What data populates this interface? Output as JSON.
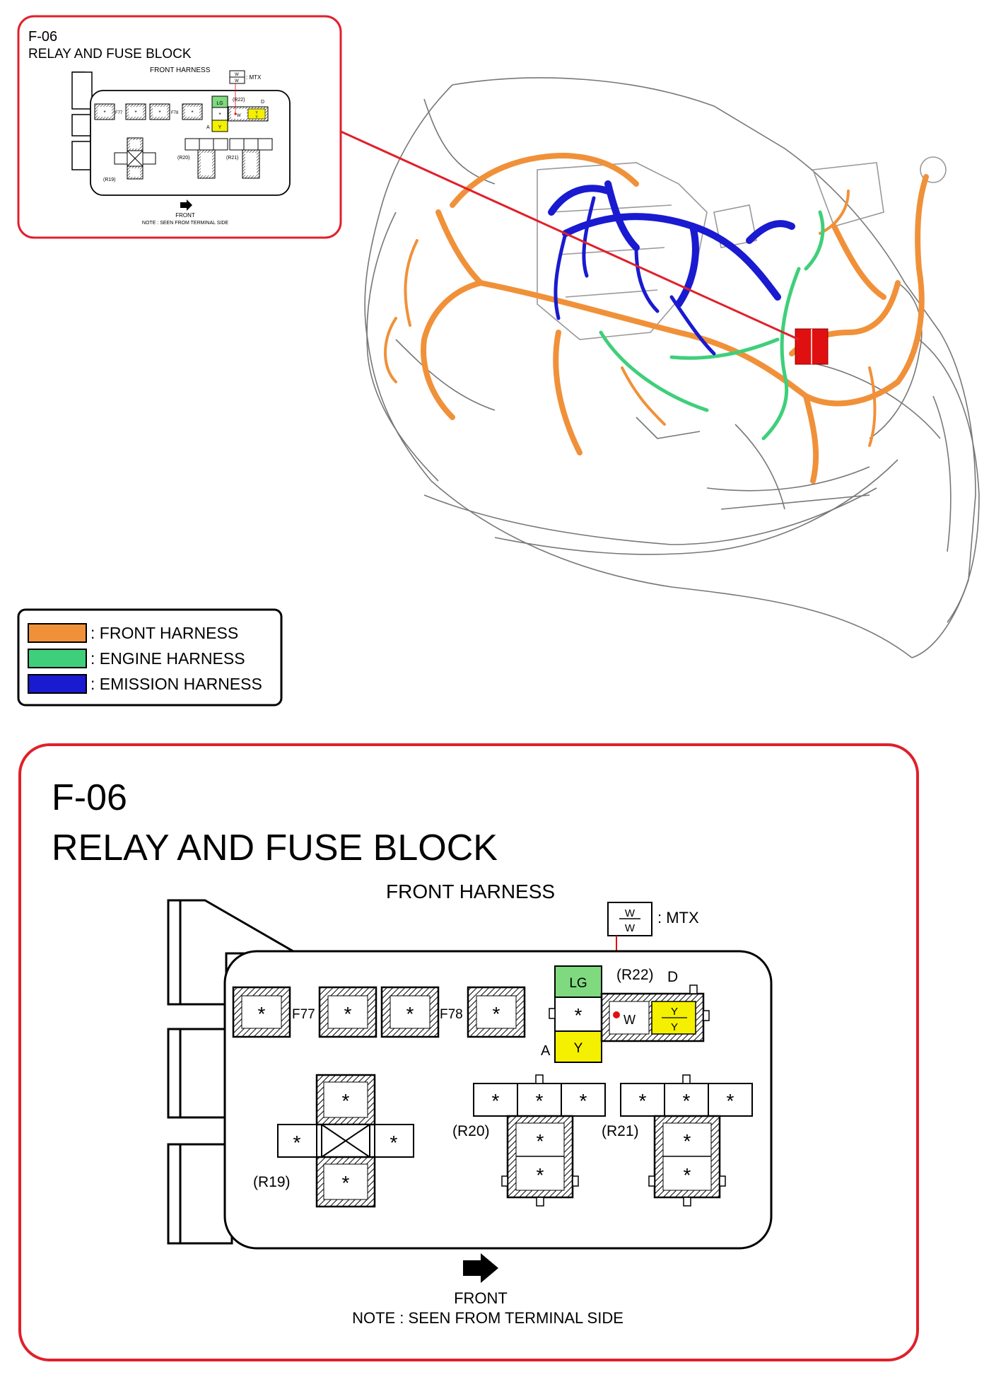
{
  "inset": {
    "code": "F-06",
    "title": "RELAY AND FUSE BLOCK",
    "harness": "FRONT HARNESS",
    "mtx": ": MTX",
    "mtx_top": "W",
    "mtx_bottom": "W",
    "r22": "(R22)",
    "d": "D",
    "lg": "LG",
    "w": "W",
    "y_top": "Y",
    "y_bottom": "Y",
    "a": "A",
    "y": "Y",
    "f77": "F77",
    "f78": "F78",
    "r19": "(R19)",
    "r20": "(R20)",
    "r21": "(R21)",
    "front": "FRONT",
    "note": "NOTE : SEEN FROM TERMINAL SIDE"
  },
  "legend": {
    "items": [
      {
        "label": ": FRONT HARNESS",
        "color": "#f0913a"
      },
      {
        "label": ": ENGINE HARNESS",
        "color": "#3fcf7a"
      },
      {
        "label": ": EMISSION HARNESS",
        "color": "#1a1ad0"
      }
    ]
  },
  "detail": {
    "code": "F-06",
    "title": "RELAY AND FUSE BLOCK",
    "harness": "FRONT HARNESS",
    "mtx": ": MTX",
    "mtx_top": "W",
    "mtx_bottom": "W",
    "r22": "(R22)",
    "d": "D",
    "lg": "LG",
    "w": "W",
    "y_top": "Y",
    "y_bottom": "Y",
    "a": "A",
    "y": "Y",
    "f77": "F77",
    "f78": "F78",
    "r19": "(R19)",
    "r20": "(R20)",
    "r21": "(R21)",
    "front": "FRONT",
    "note": "NOTE : SEEN FROM TERMINAL SIDE"
  },
  "colors": {
    "frame_red": "#e0202a",
    "front_harness": "#f0913a",
    "engine_harness": "#3fcf7a",
    "emission_harness": "#1a1ad0",
    "lg_fill": "#7fd97f",
    "y_fill": "#f4f000",
    "relay_block_red": "#e01010"
  }
}
